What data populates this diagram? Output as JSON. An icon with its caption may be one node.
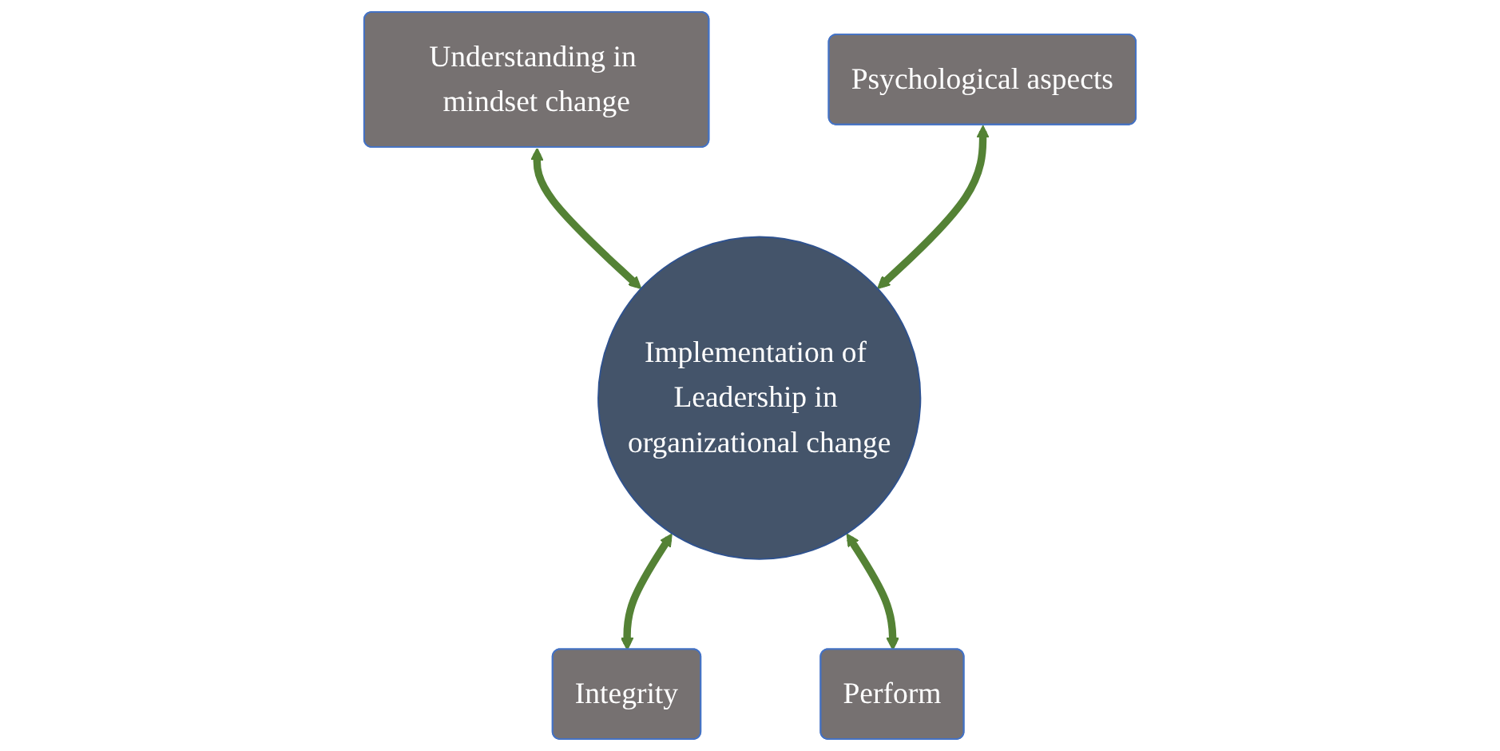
{
  "diagram": {
    "nodes": [
      {
        "text": [
          "Understanding in mindset change"
        ]
      },
      {
        "text": [
          "Psychological aspects"
        ]
      },
      {
        "text": [
          "Implementation of Leadership in organizational change"
        ]
      },
      {
        "text": [
          "Integrity"
        ]
      },
      {
        "text": [
          "Perform"
        ]
      }
    ],
    "edges": [
      {
        "from": 0,
        "to": 2,
        "arrow": "both"
      },
      {
        "from": 1,
        "to": 2,
        "arrow": "both"
      },
      {
        "from": 2,
        "to": 3,
        "arrow": "both"
      },
      {
        "from": 2,
        "to": 4,
        "arrow": "both"
      }
    ]
  }
}
